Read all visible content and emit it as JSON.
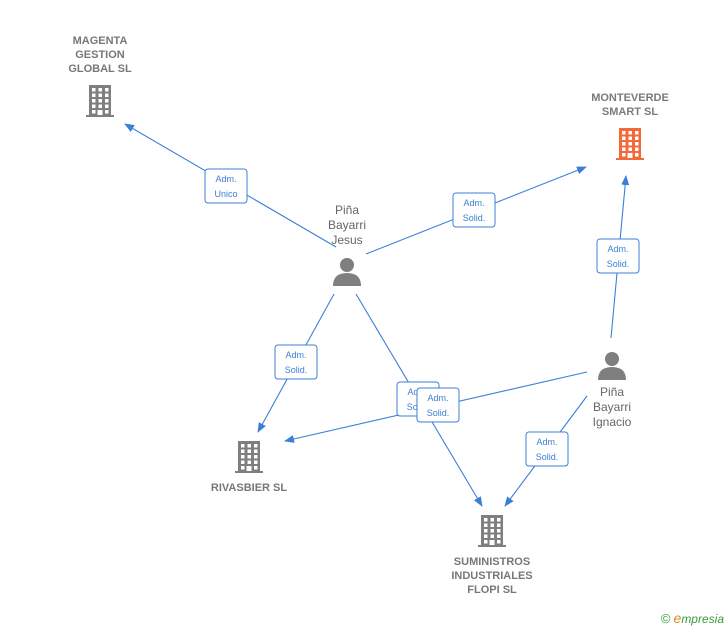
{
  "colors": {
    "edge": "#3c7fd6",
    "company": "#7f7f7f",
    "highlight": "#f26a3a",
    "person": "#7f7f7f"
  },
  "companies": [
    {
      "id": "magenta",
      "lines": [
        "MAGENTA",
        "GESTION",
        "GLOBAL  SL"
      ],
      "icon": "building-icon",
      "highlight": false
    },
    {
      "id": "monteverde",
      "lines": [
        "MONTEVERDE",
        "SMART  SL"
      ],
      "icon": "building-icon",
      "highlight": true
    },
    {
      "id": "rivasbier",
      "lines": [
        "RIVASBIER  SL"
      ],
      "icon": "building-icon",
      "highlight": false
    },
    {
      "id": "suministros",
      "lines": [
        "SUMINISTROS",
        "INDUSTRIALES",
        "FLOPI SL"
      ],
      "icon": "building-icon",
      "highlight": false
    }
  ],
  "people": [
    {
      "id": "jesus",
      "lines": [
        "Piña",
        "Bayarri",
        "Jesus"
      ],
      "icon": "person-icon"
    },
    {
      "id": "ignacio",
      "lines": [
        "Piña",
        "Bayarri",
        "Ignacio"
      ],
      "icon": "person-icon"
    }
  ],
  "edges": [
    {
      "from": "jesus",
      "to": "magenta",
      "label": [
        "Adm.",
        "Unico"
      ]
    },
    {
      "from": "jesus",
      "to": "monteverde",
      "label": [
        "Adm.",
        "Solid."
      ]
    },
    {
      "from": "jesus",
      "to": "rivasbier",
      "label": [
        "Adm.",
        "Solid."
      ]
    },
    {
      "from": "jesus",
      "to": "suministros",
      "label": [
        "Adm.",
        "Solid."
      ]
    },
    {
      "from": "ignacio",
      "to": "monteverde",
      "label": [
        "Adm.",
        "Solid."
      ]
    },
    {
      "from": "ignacio",
      "to": "rivasbier",
      "label": [
        "Adm.",
        "Solid."
      ]
    },
    {
      "from": "ignacio",
      "to": "suministros",
      "label": [
        "Adm.",
        "Solid."
      ]
    }
  ],
  "brand": {
    "copyright": "©",
    "initial": "e",
    "rest": "mpresia"
  }
}
